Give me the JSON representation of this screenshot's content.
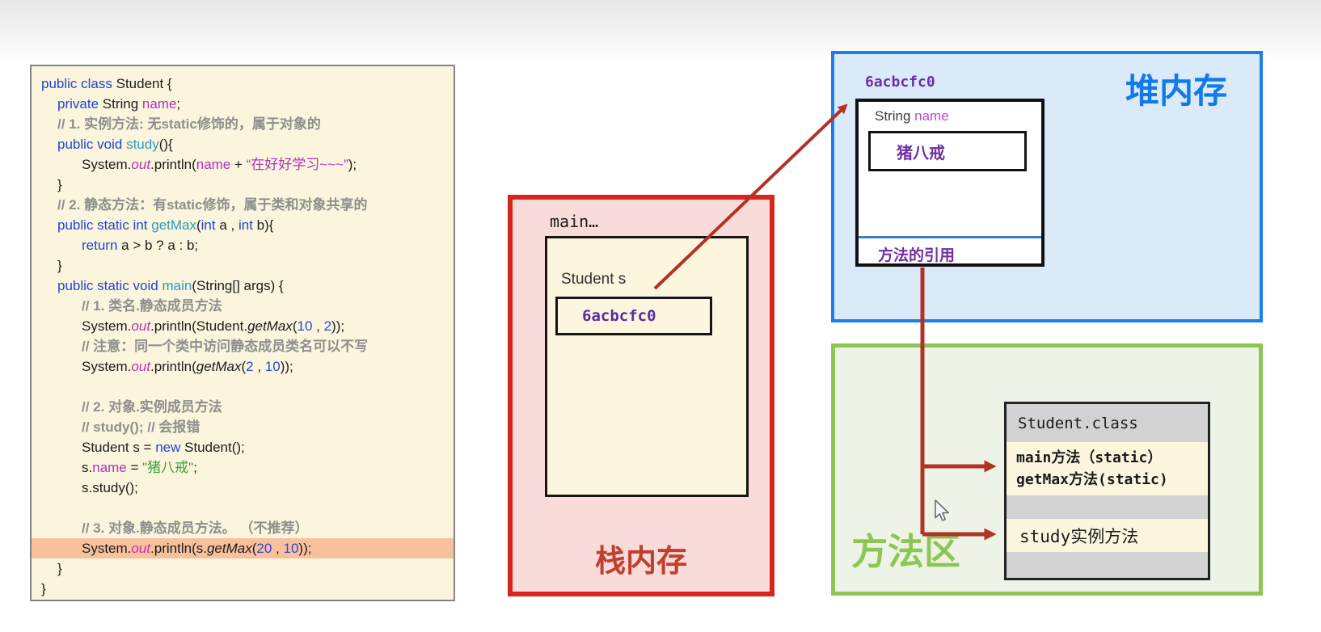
{
  "code_panel": {
    "highlight_bg": "#f8c19e",
    "bg": "#faf5dc",
    "lines": [
      {
        "ind": 0,
        "tokens": [
          [
            "public class ",
            "k"
          ],
          [
            "Student {",
            "p"
          ]
        ]
      },
      {
        "ind": 1,
        "tokens": [
          [
            "private",
            "k"
          ],
          [
            " String ",
            "p"
          ],
          [
            "name",
            "f"
          ],
          [
            ";",
            "p"
          ]
        ]
      },
      {
        "ind": 1,
        "tokens": [
          [
            "// 1. 实例方法: 无static修饰的，属于对象的",
            "c"
          ]
        ]
      },
      {
        "ind": 1,
        "tokens": [
          [
            "public void ",
            "k"
          ],
          [
            "study",
            "m"
          ],
          [
            "(){",
            "p"
          ]
        ]
      },
      {
        "ind": 2,
        "tokens": [
          [
            "System.",
            "p"
          ],
          [
            "out",
            "o"
          ],
          [
            ".println(",
            "p"
          ],
          [
            "name",
            "f"
          ],
          [
            " + ",
            "p"
          ],
          [
            "“在好好学习~~~”",
            "sp"
          ],
          [
            ");",
            "p"
          ]
        ]
      },
      {
        "ind": 1,
        "tokens": [
          [
            "}",
            "p"
          ]
        ]
      },
      {
        "ind": 1,
        "tokens": [
          [
            "// 2. 静态方法：有static修饰，属于类和对象共享的",
            "c"
          ]
        ]
      },
      {
        "ind": 1,
        "tokens": [
          [
            "public static int ",
            "k"
          ],
          [
            "getMax",
            "m"
          ],
          [
            "(",
            "p"
          ],
          [
            "int",
            "k"
          ],
          [
            " a , ",
            "p"
          ],
          [
            "int",
            "k"
          ],
          [
            " b){",
            "p"
          ]
        ]
      },
      {
        "ind": 2,
        "tokens": [
          [
            "return",
            "k"
          ],
          [
            " a > b ? a : b;",
            "p"
          ]
        ]
      },
      {
        "ind": 1,
        "tokens": [
          [
            "}",
            "p"
          ]
        ]
      },
      {
        "ind": 1,
        "tokens": [
          [
            "public static void ",
            "k"
          ],
          [
            "main",
            "m"
          ],
          [
            "(String[] args) {",
            "p"
          ]
        ]
      },
      {
        "ind": 2,
        "tokens": [
          [
            "// 1. 类名.静态成员方法",
            "c"
          ]
        ]
      },
      {
        "ind": 2,
        "tokens": [
          [
            "System.",
            "p"
          ],
          [
            "out",
            "o"
          ],
          [
            ".println(Student.",
            "p"
          ],
          [
            "getMax",
            "i"
          ],
          [
            "(",
            "p"
          ],
          [
            "10",
            "n"
          ],
          [
            " , ",
            "p"
          ],
          [
            "2",
            "n"
          ],
          [
            "));",
            "p"
          ]
        ]
      },
      {
        "ind": 2,
        "tokens": [
          [
            "// 注意：同一个类中访问静态成员类名可以不写",
            "c"
          ]
        ]
      },
      {
        "ind": 2,
        "tokens": [
          [
            "System.",
            "p"
          ],
          [
            "out",
            "o"
          ],
          [
            ".println(",
            "p"
          ],
          [
            "getMax",
            "i"
          ],
          [
            "(",
            "p"
          ],
          [
            "2",
            "n"
          ],
          [
            " , ",
            "p"
          ],
          [
            "10",
            "n"
          ],
          [
            "));",
            "p"
          ]
        ]
      },
      {
        "ind": 0,
        "tokens": []
      },
      {
        "ind": 2,
        "tokens": [
          [
            "// 2. 对象.实例成员方法",
            "c"
          ]
        ]
      },
      {
        "ind": 2,
        "tokens": [
          [
            "// study(); // 会报错",
            "c"
          ]
        ]
      },
      {
        "ind": 2,
        "tokens": [
          [
            "Student s = ",
            "p"
          ],
          [
            "new",
            "k"
          ],
          [
            "  Student();",
            "p"
          ]
        ]
      },
      {
        "ind": 2,
        "tokens": [
          [
            "s.",
            "p"
          ],
          [
            "name",
            "f"
          ],
          [
            " = ",
            "p"
          ],
          [
            "\"猪八戒\"",
            "sg"
          ],
          [
            ";",
            "p"
          ]
        ]
      },
      {
        "ind": 2,
        "tokens": [
          [
            "s.study();",
            "p"
          ]
        ]
      },
      {
        "ind": 0,
        "tokens": []
      },
      {
        "ind": 2,
        "tokens": [
          [
            "// 3. 对象.静态成员方法。 （不推荐）",
            "c"
          ]
        ]
      },
      {
        "ind": 2,
        "hl": true,
        "tokens": [
          [
            "System.",
            "p"
          ],
          [
            "out",
            "o"
          ],
          [
            ".println(s.",
            "p"
          ],
          [
            "getMax",
            "i"
          ],
          [
            "(",
            "p"
          ],
          [
            "20",
            "n"
          ],
          [
            " , ",
            "p"
          ],
          [
            "10",
            "n"
          ],
          [
            "));",
            "p"
          ]
        ]
      },
      {
        "ind": 1,
        "tokens": [
          [
            "}",
            "p"
          ]
        ]
      },
      {
        "ind": 0,
        "tokens": [
          [
            "}",
            "p"
          ]
        ]
      }
    ]
  },
  "stack": {
    "frame_label": "main…",
    "var_label": "Student s",
    "var_value": "6acbcfc0",
    "title": "栈内存",
    "border_color": "#d6261b",
    "bg_color": "#f9dbd9",
    "title_color": "#c0402e"
  },
  "heap": {
    "address": "6acbcfc0",
    "title": "堆内存",
    "field_type": "String ",
    "field_name": "name",
    "field_value": "猪八戒",
    "method_ref_label": "方法的引用",
    "border_color": "#1b7ee9",
    "bg_color": "#dbeaf9",
    "title_color": "#117ae8"
  },
  "method_area": {
    "title": "方法区",
    "class_name": "Student.class",
    "static_methods": [
      "main方法（static）",
      "getMax方法(static)"
    ],
    "instance_method": "study实例方法",
    "border_color": "#8dc653",
    "bg_color": "#edf4e7",
    "title_color": "#8dc653"
  },
  "colors": {
    "arrow": "#b23226",
    "keyword_blue": "#2443d4",
    "method_teal": "#2e9bbe",
    "field_magenta": "#ac32c0",
    "comment_gray": "#8e8e8e",
    "string_green": "#3da03d",
    "number_blue": "#2f46d2",
    "value_purple": "#7030a0"
  }
}
